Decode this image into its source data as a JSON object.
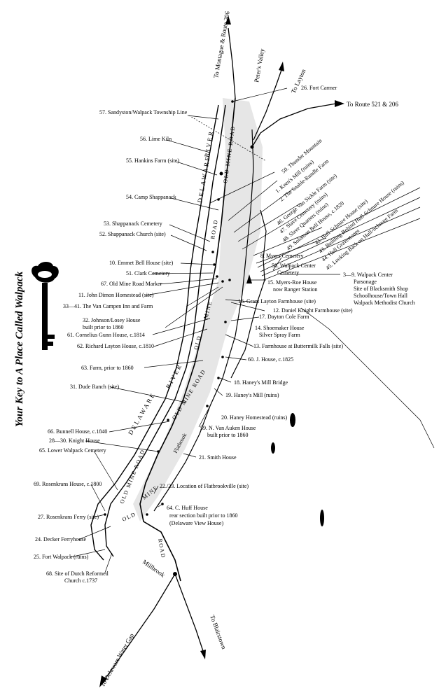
{
  "title": "Your Key to A Place Called Walpack",
  "directions": {
    "montague": "To Montague & Route 206",
    "layton": "To Layton",
    "route521": "To Route 521 & 206",
    "peters_valley": "Peter's Valley",
    "delaware_water_gap": "To Delaware Water Gap",
    "blairstown": "To Blairstown",
    "millbrook": "Millbrook"
  },
  "features": {
    "delaware_river": "DELAWARE",
    "river": "RIVER",
    "old_mine_road": "OLD MINE ROAD",
    "old": "OLD",
    "mine": "MINE",
    "road": "ROAD",
    "flatbrook": "Flatbrook"
  },
  "labels": {
    "l1": "1. Keen's Mill (ruins)",
    "l2": "2. The Snable-Rundle Farm",
    "l3_9": "3—9. Walpack Center",
    "l3_9b": "Parsonage",
    "l3_9c": "Site of Blacksmith Shop",
    "l3_9d": "Schoolhouse/Town Hall",
    "l3_9e": "Walpack Methodist Church",
    "l8": "8. Myers Cemetery",
    "l10": "10. Emmet Bell House (site)",
    "l11": "11. John Dimon Homestead (site)",
    "l12": "12. Daniel Knight Farmhouse (site)",
    "l13": "13. Farmhouse at Buttermilk Falls (site)",
    "l14": "14. Shoemaker House",
    "l14b": "Silver Spray Farm",
    "l15": "15. Myers-Roe House",
    "l15b": "now Ranger Station",
    "l16": "16. Grant Layton Farmhouse (site)",
    "l17": "17. Dayton Cole Farm",
    "l18": "18. Haney's Mill Bridge",
    "l19": "19. Haney's Mill (ruins)",
    "l20": "20. Haney Homestead (ruins)",
    "l21": "21. Smith House",
    "l22_23": "22./23. Location of Flatbrookville (site)",
    "l24": "24. Decker Ferryhouse",
    "l25": "25. Fort Walpack (ruins)",
    "l26": "26. Fort Carmer",
    "l27": "27. Rosenkrans Ferry (site)",
    "l28_30": "28—30. Knight House",
    "l31": "31. Dude Ranch (site)",
    "l32": "32. Johnson/Losey House",
    "l32b": "built prior to 1860",
    "l33_41": "33—41. The Van Campen Inn and Farm",
    "l42": "42. Hull-Schnure House (site)",
    "l43": "43. Building Behind Hull-Schnure House (ruins)",
    "l44": "44. Hull Gravestones",
    "l45": "45. Looking Back on Hull-Schnure Farm",
    "l46": "46. George Van Sickle Farm (site)",
    "l47": "47. Slave Cemetery (ruins)",
    "l48": "48. Slave Quarters (ruins)",
    "l49": "49. Solomon Bell House, c.1820",
    "l50": "50. Thunder Mountain",
    "l51": "51. Clark Cemetery",
    "l52": "52. Shappanack Church (site)",
    "l53": "53. Shappanack Cemetery",
    "l54": "54. Camp Shappanack",
    "l55": "55. Hankins Farm (site)",
    "l56": "56. Lime Kiln",
    "l57": "57. Sandyston/Walpack Township Line",
    "l58": "58. Walpack Center",
    "l58b": "Cemetery",
    "l59": "59. N. Van Auken House",
    "l59b": "built prior to 1860",
    "l60": "60. J. House, c.1825",
    "l61": "61. Cornelius Gunn House, c.1814",
    "l62": "62. Richard Layton House, c.1810",
    "l63": "63. Farm, prior to 1860",
    "l64": "64. C. Huff House",
    "l64b": "rear section built prior to 1860",
    "l64c": "(Delaware View House)",
    "l65": "65. Lower Walpack Cemetery",
    "l66": "66. Bunnell House, c.1840",
    "l67": "67. Old Mine Road Marker",
    "l68": "68. Site of Dutch Reformed",
    "l68b": "Church c.1737",
    "l69": "69. Rosenkrans House, c.1800"
  },
  "colors": {
    "ink": "#000000",
    "paper": "#ffffff",
    "ridge": "#e6e6e6"
  },
  "icons": {
    "key": "key-icon",
    "ranger_station": "ranger-station-triangle-icon"
  }
}
